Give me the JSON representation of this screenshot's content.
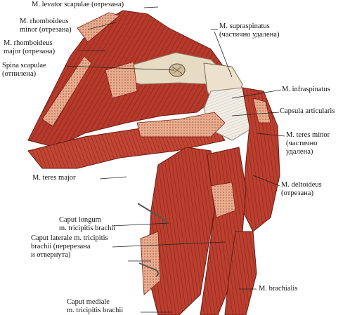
{
  "labels": {
    "levator": {
      "l1": "M. levator scapulae (отрезана)"
    },
    "rh_minor": {
      "l1": "M. rhomboideus",
      "l2": "minor (отрезана)"
    },
    "rh_major": {
      "l1": "M. rhomboideus",
      "l2": "major (отрезана)"
    },
    "spina": {
      "l1": "Spina scapulae",
      "l2": "(отпилена)"
    },
    "teres_major": {
      "l1": "M. teres major"
    },
    "supraspinatus": {
      "l1": "M. supraspinatus",
      "l2": "(частично удалена)"
    },
    "infraspinatus": {
      "l1": "M. infraspinatus"
    },
    "capsula": {
      "l1": "Capsula articularis"
    },
    "teres_minor": {
      "l1": "M. teres minor",
      "l2": "(частично",
      "l3": "удалена)"
    },
    "deltoideus": {
      "l1": "M. deltoideus",
      "l2": "(отрезана)"
    },
    "caput_longum": {
      "l1": "Caput longum",
      "l2": "m. tricipitis brachii"
    },
    "caput_laterale": {
      "l1": "Caput laterale m. tricipitis",
      "l2": "brachii (перерезана",
      "l3": "и отвернута)"
    },
    "brachialis": {
      "l1": "M. brachialis"
    },
    "caput_mediale": {
      "l1": "Caput mediale",
      "l2": "m. tricipitis brachii"
    }
  },
  "colors": {
    "muscle": "#b83a2c",
    "muscle_dark": "#7a1f17",
    "muscle_light": "#d9745f",
    "bone": "#e8dcc4",
    "tendon": "#efe9e0",
    "cut": "#e9b79a"
  }
}
